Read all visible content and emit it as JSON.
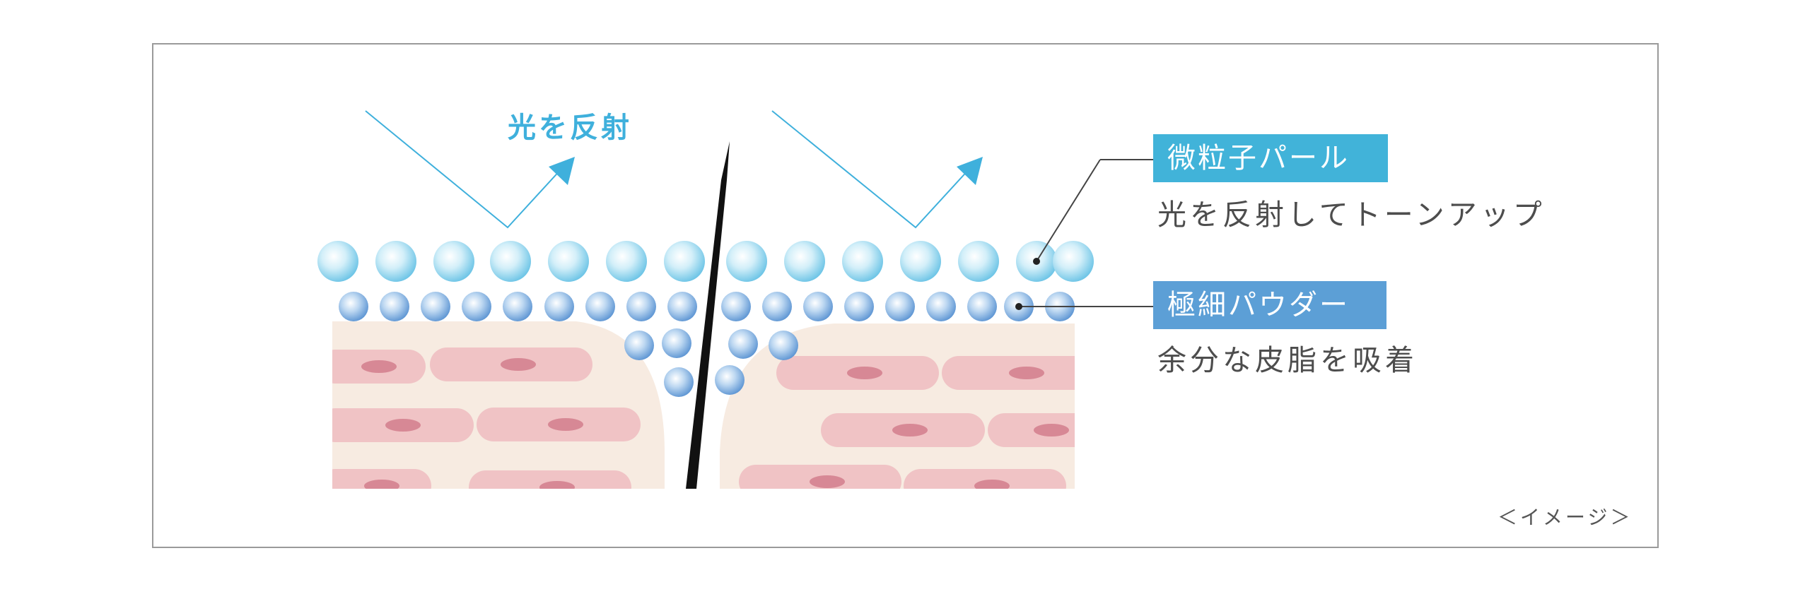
{
  "light_label": "光を反射",
  "pearl": {
    "tag": "微粒子パール",
    "description": "光を反射してトーンアップ",
    "color": "#41b3d9"
  },
  "powder": {
    "tag": "極細パウダー",
    "description": "余分な皮脂を吸着",
    "color": "#5c9fd6"
  },
  "image_note": "＜イメージ＞",
  "colors": {
    "frame": "#9a9a9a",
    "arrow": "#3fb0dc",
    "skin_background": "#f7ebe1",
    "cell": "#f0c3c5",
    "nucleus": "#d78895",
    "pore_line": "#111111"
  }
}
